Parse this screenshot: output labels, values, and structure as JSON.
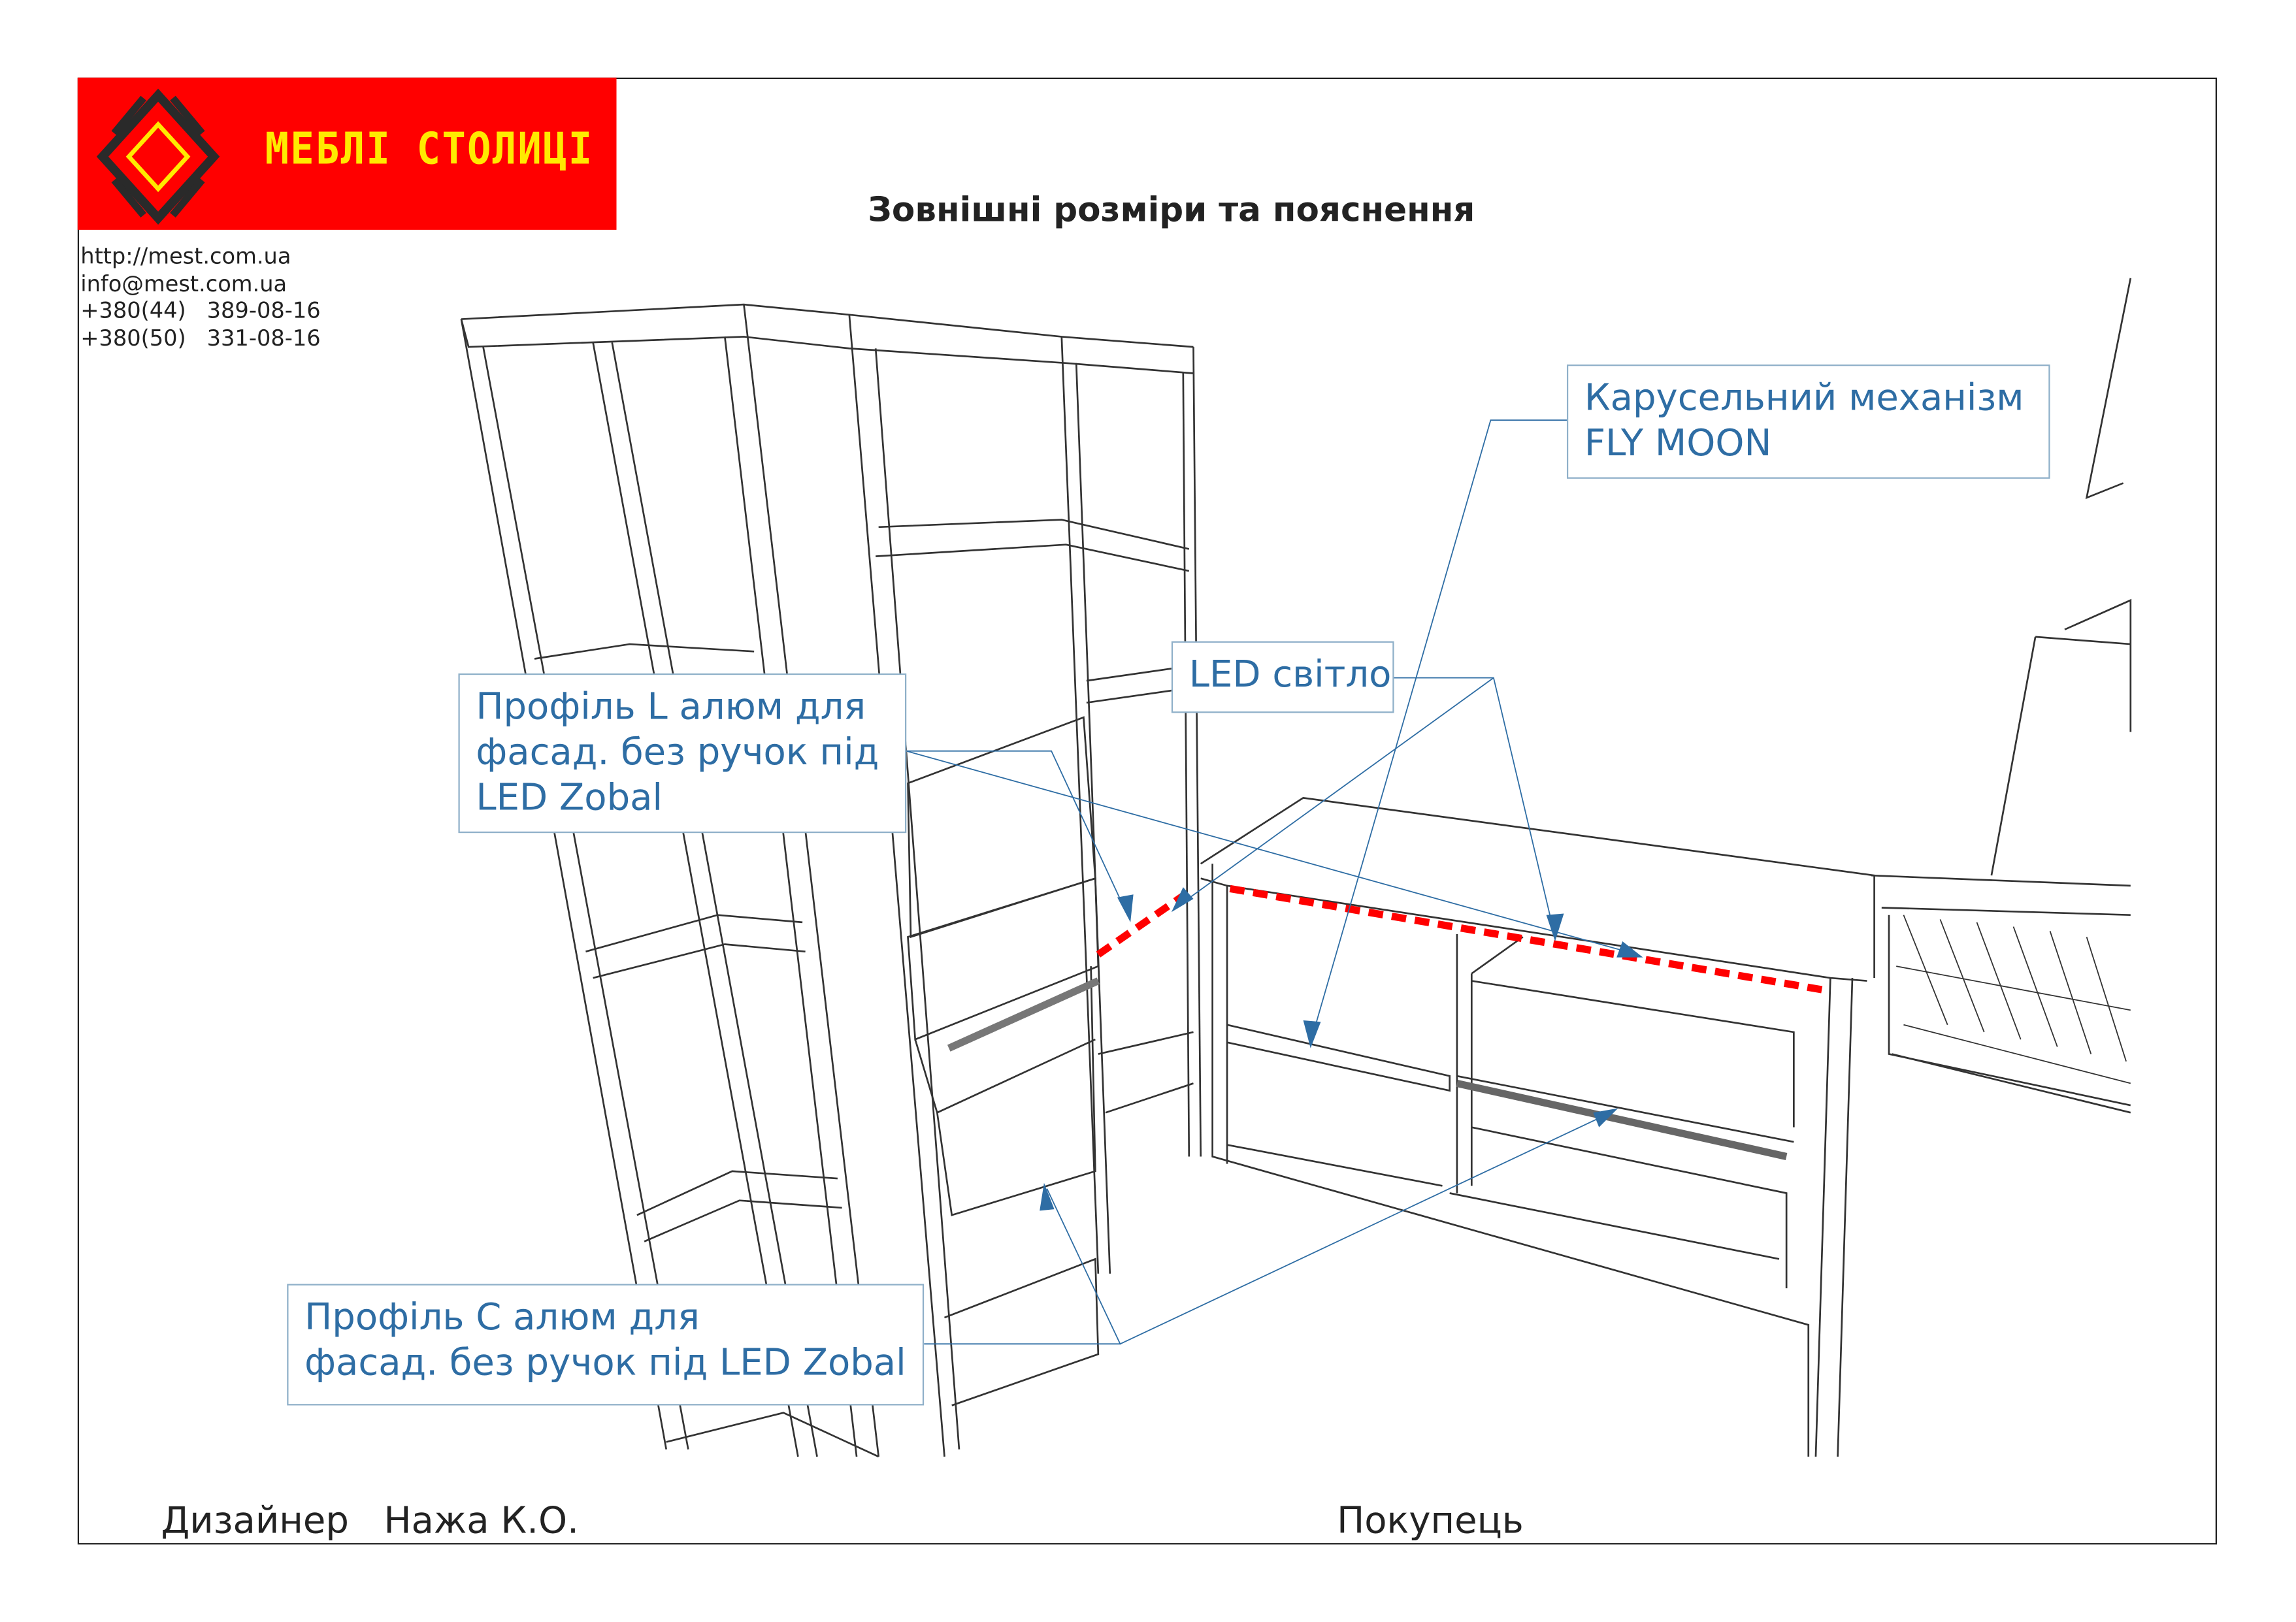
{
  "logo": {
    "brand_text": "МЕБЛІ СТОЛИЦІ",
    "background_color": "#ff0000",
    "text_color": "#ffea00"
  },
  "title": "Зовнішні розміри та пояснення",
  "contacts": [
    "http://mest.com.ua",
    "info@mest.com.ua",
    "+380(44)   389-08-16",
    "+380(50)   331-08-16"
  ],
  "callouts": {
    "carousel": [
      "Карусельний механізм",
      "FLY MOON"
    ],
    "led": [
      "LED світло"
    ],
    "profile_l": [
      "Профіль L алюм для",
      "фасад. без ручок під",
      "LED Zobal"
    ],
    "profile_c": [
      "Профіль С алюм для",
      "фасад. без ручок під LED Zobal"
    ]
  },
  "footer": {
    "designer": "Дизайнер   Нажа К.О.",
    "customer": "Покупець"
  },
  "colors": {
    "callout_text": "#2e6da4",
    "led_strip": "#ff0000",
    "line_art": "#333333"
  }
}
